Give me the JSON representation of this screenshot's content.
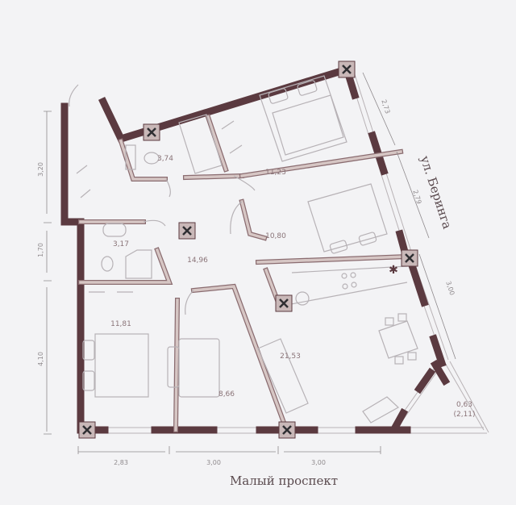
{
  "colors": {
    "outer_wall": "#5b3a40",
    "inner_wall": "#d6c6c4",
    "background": "#f3f3f5",
    "text": "#8a7478"
  },
  "rooms": [
    {
      "name": "bathroom-1",
      "area": "3,74"
    },
    {
      "name": "bedroom-top",
      "area": "11,23"
    },
    {
      "name": "bathroom-2",
      "area": "3,17"
    },
    {
      "name": "hall",
      "area": "14,96"
    },
    {
      "name": "bedroom-middle",
      "area": "10,80"
    },
    {
      "name": "bedroom-left",
      "area": "11,81"
    },
    {
      "name": "study",
      "area": "8,66"
    },
    {
      "name": "living-kitchen",
      "area": "21,53"
    },
    {
      "name": "balcony",
      "area": "0,63",
      "area_alt": "(2,11)"
    }
  ],
  "dimensions": {
    "left": [
      "3,20",
      "1,70",
      "4,10"
    ],
    "bottom": [
      "2,83",
      "3,00",
      "3,00"
    ],
    "right": [
      "2,73",
      "2,79",
      "3,00"
    ]
  },
  "streets": {
    "right": "ул. Беринга",
    "bottom": "Малый проспект"
  },
  "icons": [
    "ventilation-shaft-icon",
    "snowflake-icon",
    "hanger-icon",
    "bed-icon",
    "toilet-icon",
    "bathtub-icon",
    "sink-icon",
    "shower-icon",
    "sofa-icon",
    "dining-table-icon",
    "stove-icon",
    "washing-machine-icon"
  ]
}
